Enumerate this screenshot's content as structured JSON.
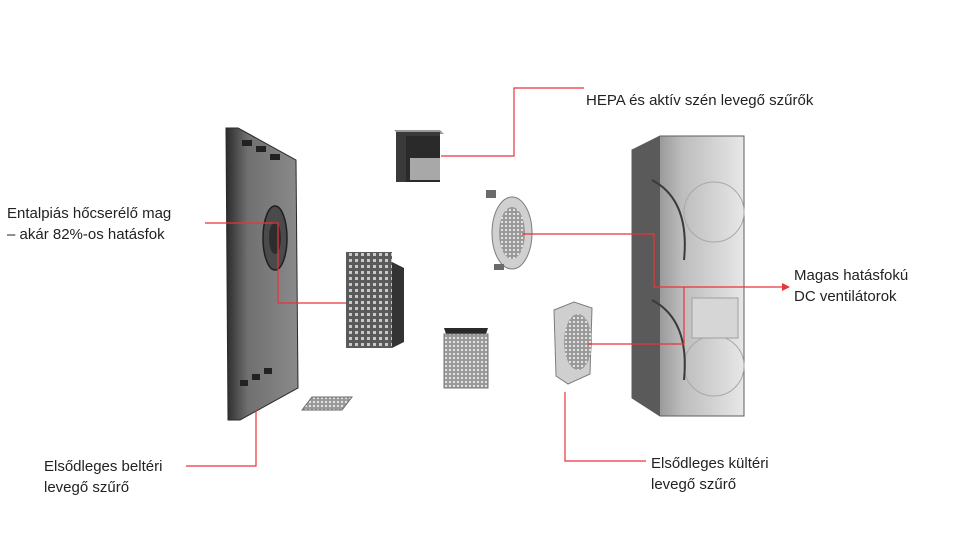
{
  "accent_color": "#e8343a",
  "labels": {
    "hepa": {
      "line1": "HEPA és aktív szén levegő szűrők"
    },
    "core": {
      "line1": "Entalpiás hőcserélő mag",
      "line2": "– akár 82%-os hatásfok"
    },
    "fans": {
      "line1": "Magas hatásfokú",
      "line2": "DC ventilátorok"
    },
    "indoor_filter": {
      "line1": "Elsődleges beltéri",
      "line2": "levegő szűrő"
    },
    "outdoor_filter": {
      "line1": "Elsődleges kültéri",
      "line2": "levegő szűrő"
    }
  }
}
